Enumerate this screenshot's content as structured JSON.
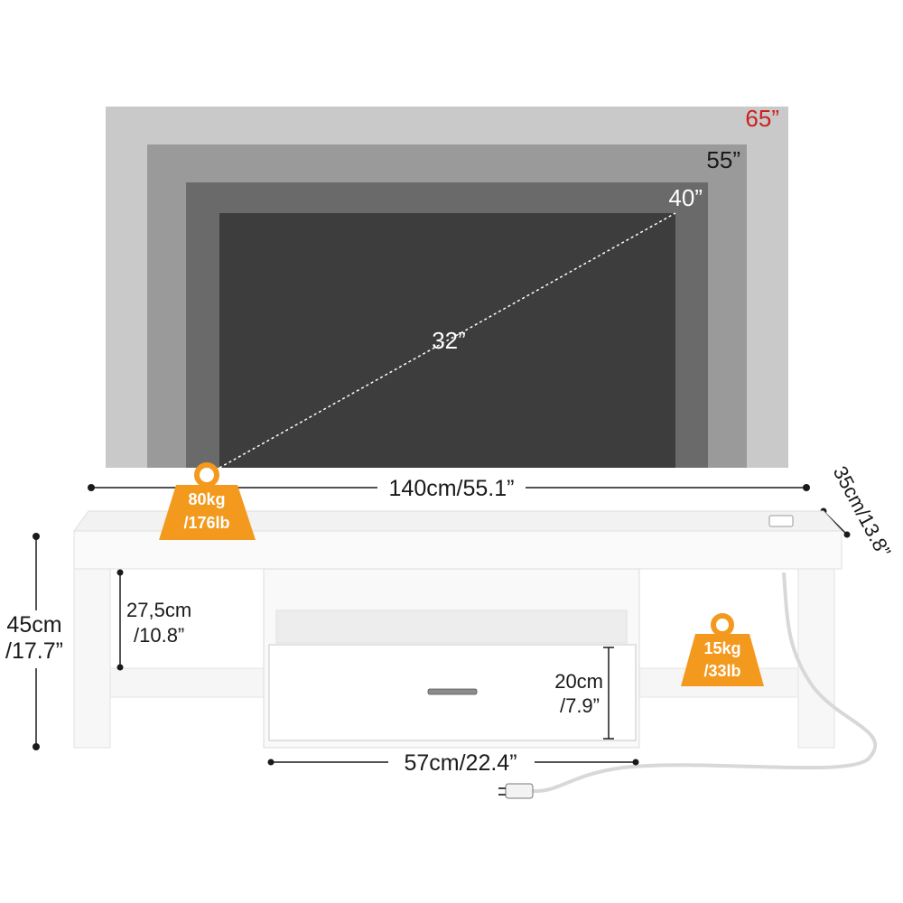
{
  "tv_sizes": [
    {
      "label": "65”",
      "color": "#cc1f1f"
    },
    {
      "label": "55”",
      "color": "#1a1a1a"
    },
    {
      "label": "40”",
      "color": "#ffffff"
    },
    {
      "label": "32”",
      "color": "#ffffff"
    }
  ],
  "dimensions": {
    "width": "140cm/55.1”",
    "depth": "35cm/13.8”",
    "height_cm": "45cm",
    "height_in": "/17.7”",
    "shelf_height_cm": "27,5cm",
    "shelf_height_in": "/10.8”",
    "drawer_height_cm": "20cm",
    "drawer_height_in": "/7.9”",
    "drawer_width": "57cm/22.4”"
  },
  "load_badges": {
    "top": {
      "line1": "80kg",
      "line2": "/176lb"
    },
    "shelf": {
      "line1": "15kg",
      "line2": "/33lb"
    }
  },
  "colors": {
    "badge": "#f39a1e",
    "tv_65": "#c9c9c9",
    "tv_55": "#9a9a9a",
    "tv_40": "#6a6a6a",
    "tv_32": "#3d3d3d"
  }
}
